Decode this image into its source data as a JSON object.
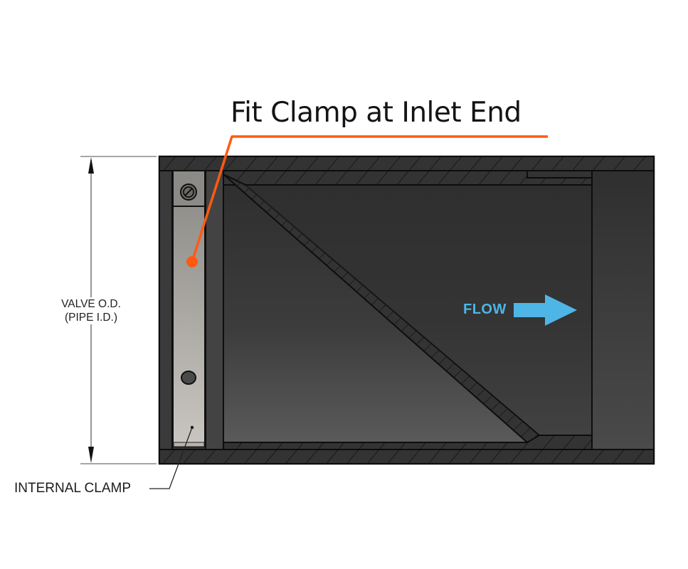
{
  "title": "Fit Clamp at Inlet End",
  "dimension": {
    "line1": "VALVE O.D.",
    "line2": "(PIPE I.D.)"
  },
  "labels": {
    "internal_clamp": "INTERNAL CLAMP",
    "flow": "FLOW"
  },
  "icons": {
    "flow_arrow": "arrow-right-icon",
    "screw": "screw-icon",
    "callout_dot": "callout-dot"
  },
  "colors": {
    "callout": "#ff5a14",
    "flow": "#4db6e6",
    "body_dark": "#333333",
    "clamp": "#9a9893",
    "background": "#ffffff"
  }
}
